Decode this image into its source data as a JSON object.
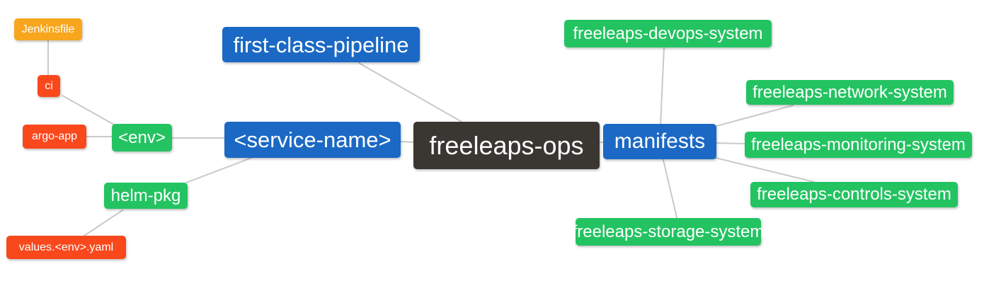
{
  "diagram_title": "freeleaps-ops mind map",
  "colors": {
    "blue": "#1b69c4",
    "green": "#23c361",
    "orange": "#f7a61d",
    "red": "#f9481c",
    "dark": "#3a3733",
    "edge": "#c9c9c9",
    "background": "#ffffff",
    "node_text": "#ffffff"
  },
  "nodes": {
    "jenkinsfile": {
      "label": "Jenkinsfile",
      "color": "orange"
    },
    "ci": {
      "label": "ci",
      "color": "red"
    },
    "argo_app": {
      "label": "argo-app",
      "color": "red"
    },
    "env": {
      "label": "<env>",
      "color": "green"
    },
    "service_name": {
      "label": "<service-name>",
      "color": "blue"
    },
    "helm_pkg": {
      "label": "helm-pkg",
      "color": "green"
    },
    "values_env_yaml": {
      "label": "values.<env>.yaml",
      "color": "red"
    },
    "first_class_pipeline": {
      "label": "first-class-pipeline",
      "color": "blue"
    },
    "freeleaps_ops": {
      "label": "freeleaps-ops",
      "color": "dark"
    },
    "manifests": {
      "label": "manifests",
      "color": "blue"
    },
    "devops_system": {
      "label": "freeleaps-devops-system",
      "color": "green"
    },
    "network_system": {
      "label": "freeleaps-network-system",
      "color": "green"
    },
    "monitoring_system": {
      "label": "freeleaps-monitoring-system",
      "color": "green"
    },
    "controls_system": {
      "label": "freeleaps-controls-system",
      "color": "green"
    },
    "storage_system": {
      "label": "freeleaps-storage-system",
      "color": "green"
    }
  },
  "edges": [
    {
      "from": "Jenkinsfile",
      "to": "ci"
    },
    {
      "from": "ci",
      "to": "<env>"
    },
    {
      "from": "argo-app",
      "to": "<env>"
    },
    {
      "from": "<env>",
      "to": "<service-name>"
    },
    {
      "from": "helm-pkg",
      "to": "<service-name>"
    },
    {
      "from": "values.<env>.yaml",
      "to": "helm-pkg"
    },
    {
      "from": "first-class-pipeline",
      "to": "freeleaps-ops"
    },
    {
      "from": "<service-name>",
      "to": "freeleaps-ops"
    },
    {
      "from": "freeleaps-ops",
      "to": "manifests"
    },
    {
      "from": "manifests",
      "to": "freeleaps-devops-system"
    },
    {
      "from": "manifests",
      "to": "freeleaps-network-system"
    },
    {
      "from": "manifests",
      "to": "freeleaps-monitoring-system"
    },
    {
      "from": "manifests",
      "to": "freeleaps-controls-system"
    },
    {
      "from": "manifests",
      "to": "freeleaps-storage-system"
    }
  ]
}
